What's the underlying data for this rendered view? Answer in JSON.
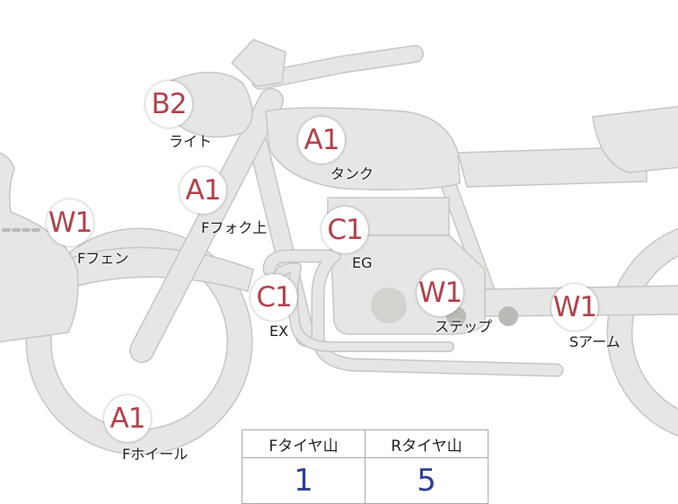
{
  "colors": {
    "grade": "#b2414a",
    "tread_value": "#2c3f93",
    "body_fill": "#e6e6e4",
    "body_stroke": "#c6c6c3"
  },
  "parts": [
    {
      "id": "light",
      "grade": "B2",
      "label": "ライト"
    },
    {
      "id": "tank",
      "grade": "A1",
      "label": "タンク"
    },
    {
      "id": "front-fork-upper",
      "grade": "A1",
      "label": "Fフォク上"
    },
    {
      "id": "front-fender",
      "grade": "W1",
      "label": "Fフェン"
    },
    {
      "id": "engine",
      "grade": "C1",
      "label": "EG"
    },
    {
      "id": "exhaust",
      "grade": "C1",
      "label": "EX"
    },
    {
      "id": "step",
      "grade": "W1",
      "label": "ステップ"
    },
    {
      "id": "swing-arm",
      "grade": "W1",
      "label": "Sアーム"
    },
    {
      "id": "front-wheel",
      "grade": "A1",
      "label": "Fホイール"
    }
  ],
  "tread_table": {
    "headers": [
      "Fタイヤ山",
      "Rタイヤ山"
    ],
    "values": [
      "1",
      "5"
    ]
  }
}
